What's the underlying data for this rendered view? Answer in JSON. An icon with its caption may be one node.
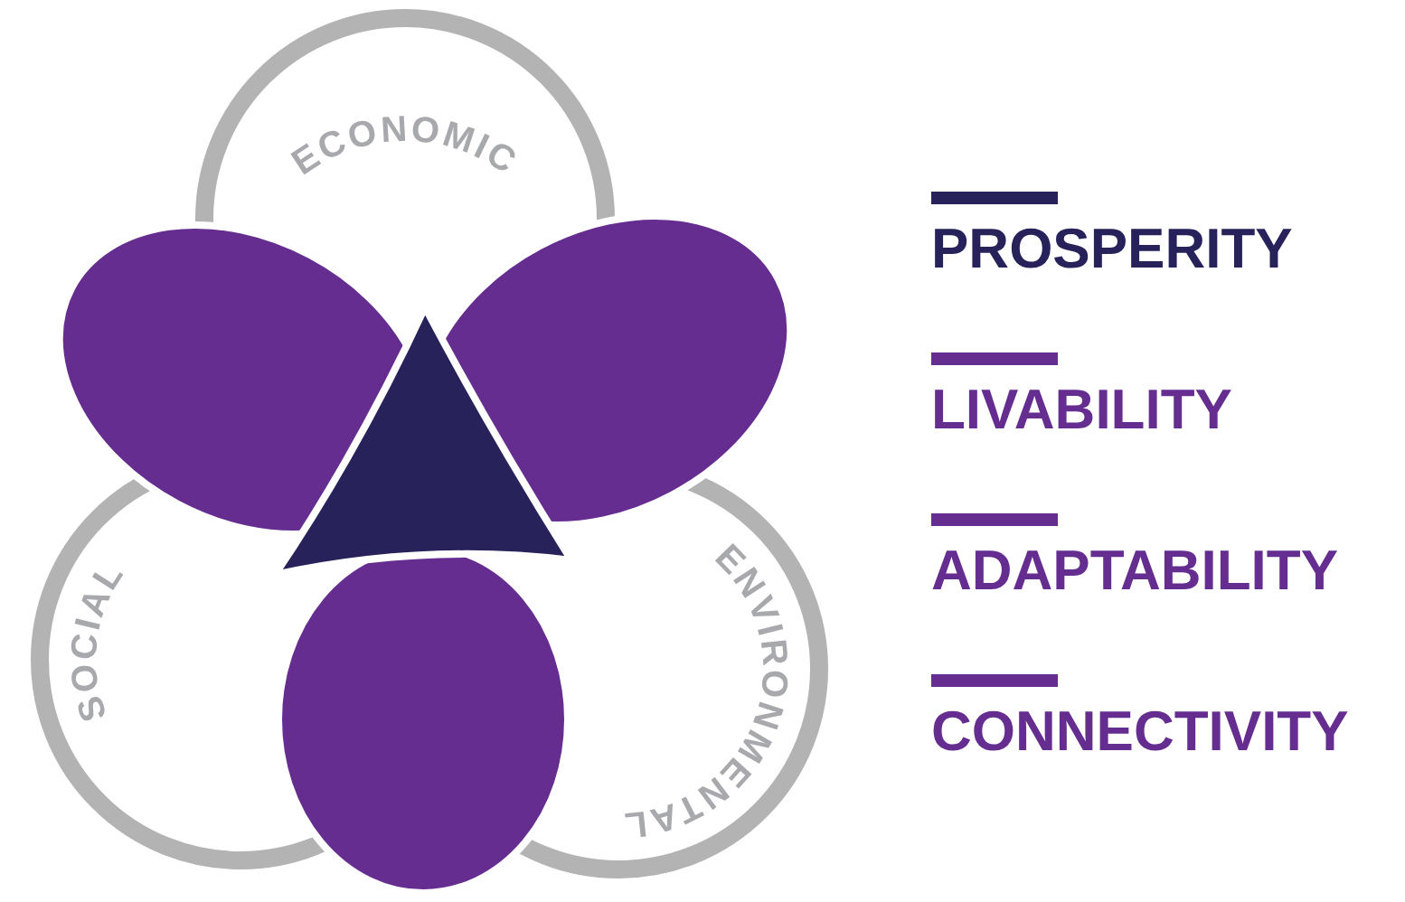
{
  "diagram": {
    "nodes": [
      {
        "text": [
          "ECONOMIC"
        ]
      },
      {
        "text": [
          "ENVIRONMENTAL"
        ]
      },
      {
        "text": [
          "SOCIAL"
        ]
      }
    ],
    "legend": [
      {
        "text": "PROSPERITY",
        "color": "#27235a"
      },
      {
        "text": "LIVABILITY",
        "color": "#662d91"
      },
      {
        "text": "ADAPTABILITY",
        "color": "#662d91"
      },
      {
        "text": "CONNECTIVITY",
        "color": "#662d91"
      }
    ]
  }
}
